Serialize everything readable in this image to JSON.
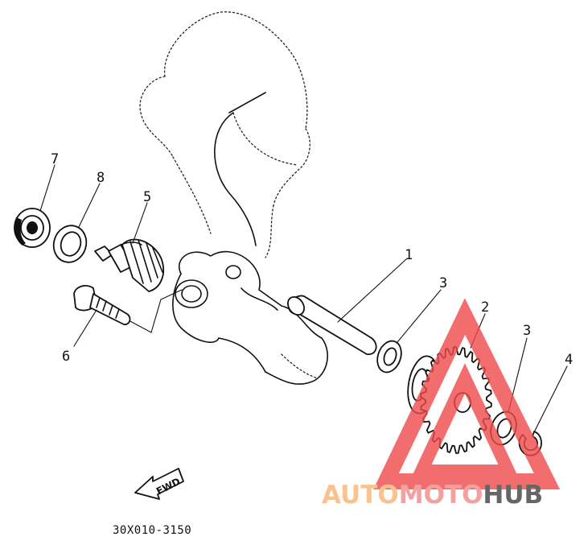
{
  "callouts": {
    "c1": "1",
    "c2": "2",
    "c3a": "3",
    "c3b": "3",
    "c4": "4",
    "c5": "5",
    "c6": "6",
    "c7": "7",
    "c8": "8"
  },
  "fwd_label": "FWD",
  "diagram_code": "30X010-3150",
  "watermark": {
    "part1": "AUTO",
    "part2": "MOTO",
    "part3": "HUB",
    "color_auto": "#f9c28f",
    "color_moto": "#f5a0a0",
    "color_hub": "#666666",
    "triangle_color": "#f04a4a"
  }
}
